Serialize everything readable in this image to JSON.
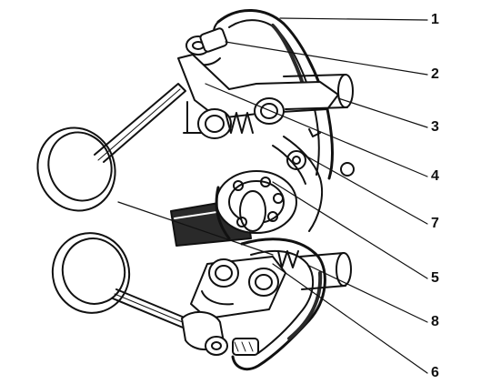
{
  "diagram": {
    "callouts": [
      {
        "label": "1"
      },
      {
        "label": "2"
      },
      {
        "label": "3"
      },
      {
        "label": "4"
      },
      {
        "label": "7"
      },
      {
        "label": "5"
      },
      {
        "label": "8"
      },
      {
        "label": "6"
      }
    ]
  },
  "colors": {
    "ink": "#111111",
    "paper": "#ffffff",
    "shade": "#2a2a2a"
  }
}
